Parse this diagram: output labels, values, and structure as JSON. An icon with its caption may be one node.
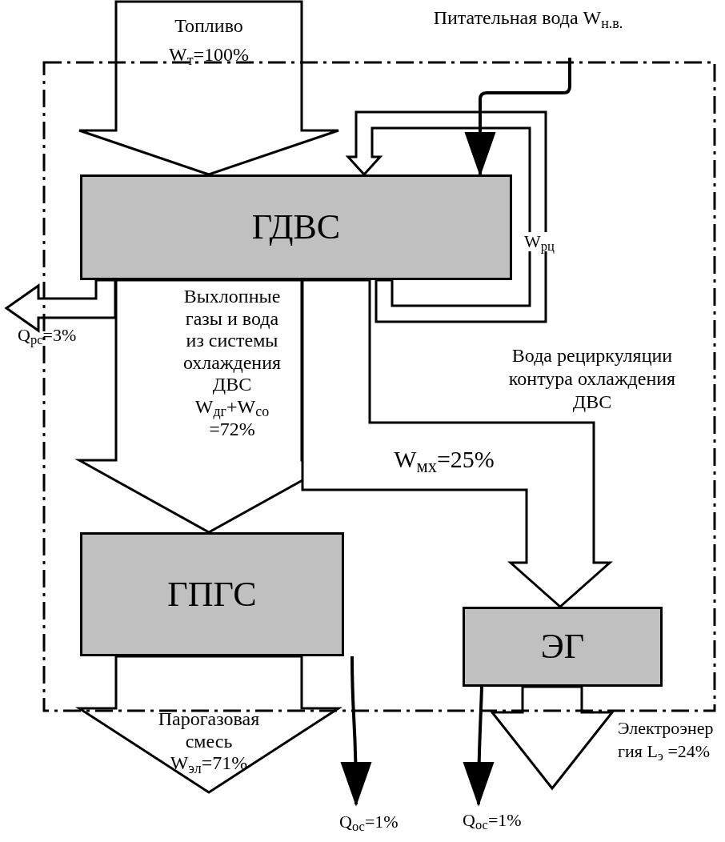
{
  "diagram": {
    "nodes": [
      {
        "text": [
          "ГДВС"
        ]
      },
      {
        "text": [
          "ГПГС"
        ]
      },
      {
        "text": [
          "ЭГ"
        ]
      }
    ],
    "edges": [
      {
        "from": null,
        "to": 0,
        "arrow": "to",
        "label": "Топливо W$_{т}$=100%"
      },
      {
        "from": 0,
        "to": 1,
        "arrow": "to",
        "label": "Выхлопные газы и вода из системы охлаждения ДВС W$_{дг}$+W$_{со}$ =72%"
      },
      {
        "from": 0,
        "to": 2,
        "arrow": "to",
        "label": "W$_{мх}$=25%"
      },
      {
        "from": 0,
        "to": null,
        "arrow": "to",
        "label": "Q$_{рс}$=3%"
      },
      {
        "from": 0,
        "to": 0,
        "arrow": "to",
        "label": "W$_{рц}$"
      },
      {
        "from": null,
        "to": 0,
        "arrow": "to",
        "label": "Питательная вода W$_{н.в.}$",
        "color": "#000000"
      },
      {
        "from": 1,
        "to": null,
        "arrow": "to",
        "label": "Парогазовая смесь W$_{эл}$=71%"
      },
      {
        "from": 1,
        "to": null,
        "arrow": "to",
        "label": "Q$_{ос}$=1%",
        "color": "#000000"
      },
      {
        "from": 2,
        "to": null,
        "arrow": "to",
        "label": "Q$_{ос}$=1%",
        "color": "#000000"
      },
      {
        "from": 2,
        "to": null,
        "arrow": "to",
        "label": "Электроэнер гия L$_{э}$ =24%"
      }
    ],
    "labels": [
      "Вода рециркуляции контура охлаждения ДВС"
    ]
  }
}
